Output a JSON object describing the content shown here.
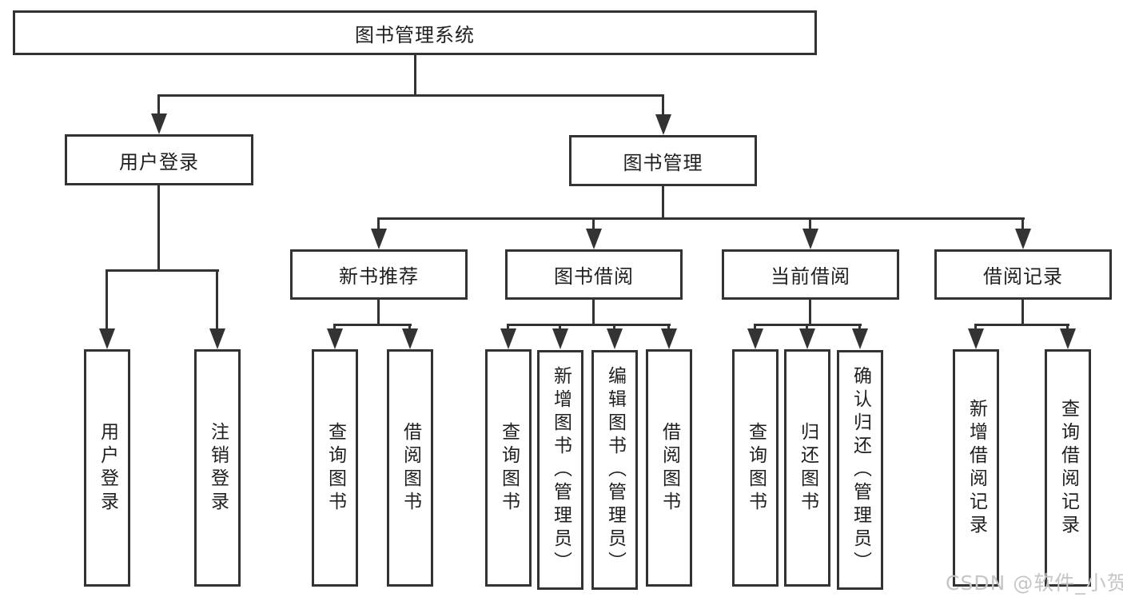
{
  "diagram": {
    "type": "tree",
    "root_label": "图书管理系统",
    "user_branch": {
      "label": "用户登录",
      "children": [
        "用户登录",
        "注销登录"
      ]
    },
    "book_branch": {
      "label": "图书管理",
      "sections": [
        {
          "label": "新书推荐",
          "children": [
            "查询图书",
            "借阅图书"
          ]
        },
        {
          "label": "图书借阅",
          "children": [
            "查询图书",
            "新增图书（管理员）",
            "编辑图书（管理员）",
            "借阅图书"
          ]
        },
        {
          "label": "当前借阅",
          "children": [
            "查询图书",
            "归还图书",
            "确认归还（管理员）"
          ]
        },
        {
          "label": "借阅记录",
          "children": [
            "新增借阅记录",
            "查询借阅记录"
          ]
        }
      ]
    }
  },
  "watermark": "CSDN @软件_小贺同学",
  "colors": {
    "line": "#333333",
    "text": "#1f1f1f",
    "watermark": "#c6c6c6",
    "background": "#ffffff"
  }
}
